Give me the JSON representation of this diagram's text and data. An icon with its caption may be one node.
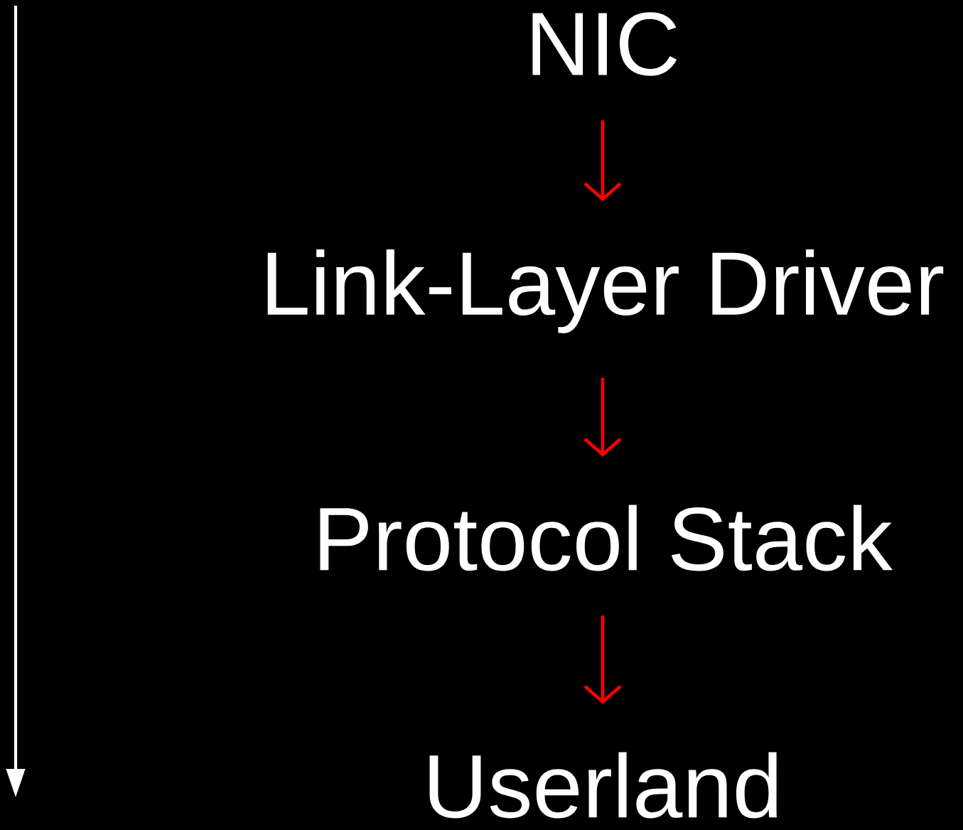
{
  "diagram": {
    "nodes": [
      {
        "text": [
          "NIC"
        ]
      },
      {
        "text": [
          "Link-Layer Driver"
        ]
      },
      {
        "text": [
          "Protocol Stack"
        ]
      },
      {
        "text": [
          "Userland"
        ]
      }
    ],
    "edges": [
      {
        "from": 0,
        "to": 1,
        "arrow": "to"
      },
      {
        "from": 1,
        "to": 2,
        "arrow": "to"
      },
      {
        "from": 2,
        "to": 3,
        "arrow": "to"
      }
    ]
  }
}
